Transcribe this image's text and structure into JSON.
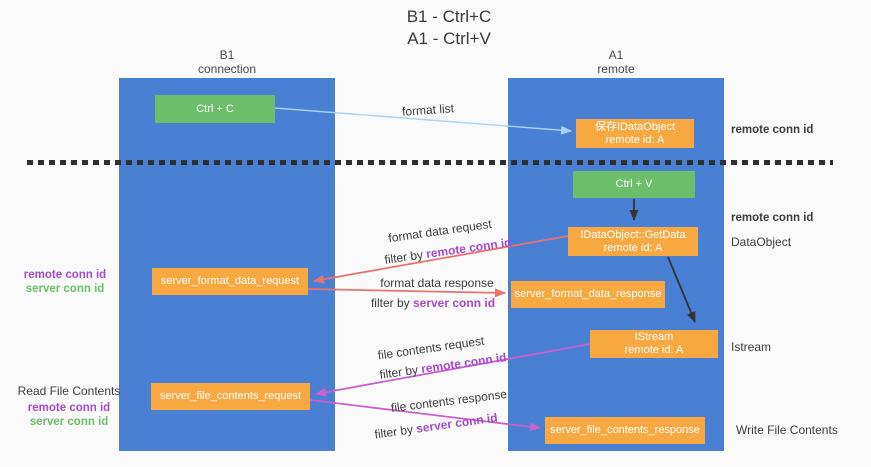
{
  "colors": {
    "lifeline_blue": "#4a80d4",
    "action_green": "#6cbe6a",
    "message_orange": "#f7a841",
    "remote_conn_purple": "#a44bcd",
    "server_conn_green": "#6abf69",
    "format_arrow_red": "#e87370",
    "file_arrow_magenta": "#ca5fcf",
    "format_list_arrow_blue": "#a9d3ee",
    "background": "#fafafa"
  },
  "title": {
    "line1": "B1 - Ctrl+C",
    "line2": "A1 - Ctrl+V"
  },
  "columns": {
    "left": {
      "name": "B1",
      "subtitle": "connection"
    },
    "right": {
      "name": "A1",
      "subtitle": "remote"
    }
  },
  "boxes": {
    "ctrl_c": {
      "label": "Ctrl + C"
    },
    "ctrl_v": {
      "label": "Ctrl + V"
    },
    "save_idataobject": {
      "line1": "保存IDataObject",
      "line2": "remote id: A"
    },
    "idataobject_getdata": {
      "line1": "IDataObject::GetData",
      "line2": "remote id: A"
    },
    "istream": {
      "line1": "IStream",
      "line2": "remote id: A"
    },
    "server_format_data_request": {
      "label": "server_format_data_request"
    },
    "server_format_data_response": {
      "label": "server_format_data_response"
    },
    "server_file_contents_request": {
      "label": "server_file_contents_request"
    },
    "server_file_contents_response": {
      "label": "server_file_contents_response"
    }
  },
  "arrow_labels": {
    "format_list": "format list",
    "format_data_request": "format data request",
    "format_data_response": "format data response",
    "file_contents_request": "file contents request",
    "file_contents_response": "file contents response",
    "filter_by": "filter by ",
    "remote_conn_id": "remote conn id",
    "server_conn_id": "server conn id"
  },
  "annotations": {
    "right_top_remote_conn_id": "remote conn id",
    "right_mid_remote_conn_id": "remote conn id",
    "dataobject": "DataObject",
    "istream": "Istream",
    "write_file_contents": "Write File Contents",
    "left_remote_conn_id": "remote conn id",
    "left_server_conn_id": "server conn id",
    "read_file_contents": "Read File Contents",
    "left_bottom_remote_conn_id": "remote conn id",
    "left_bottom_server_conn_id": "server conn id"
  }
}
